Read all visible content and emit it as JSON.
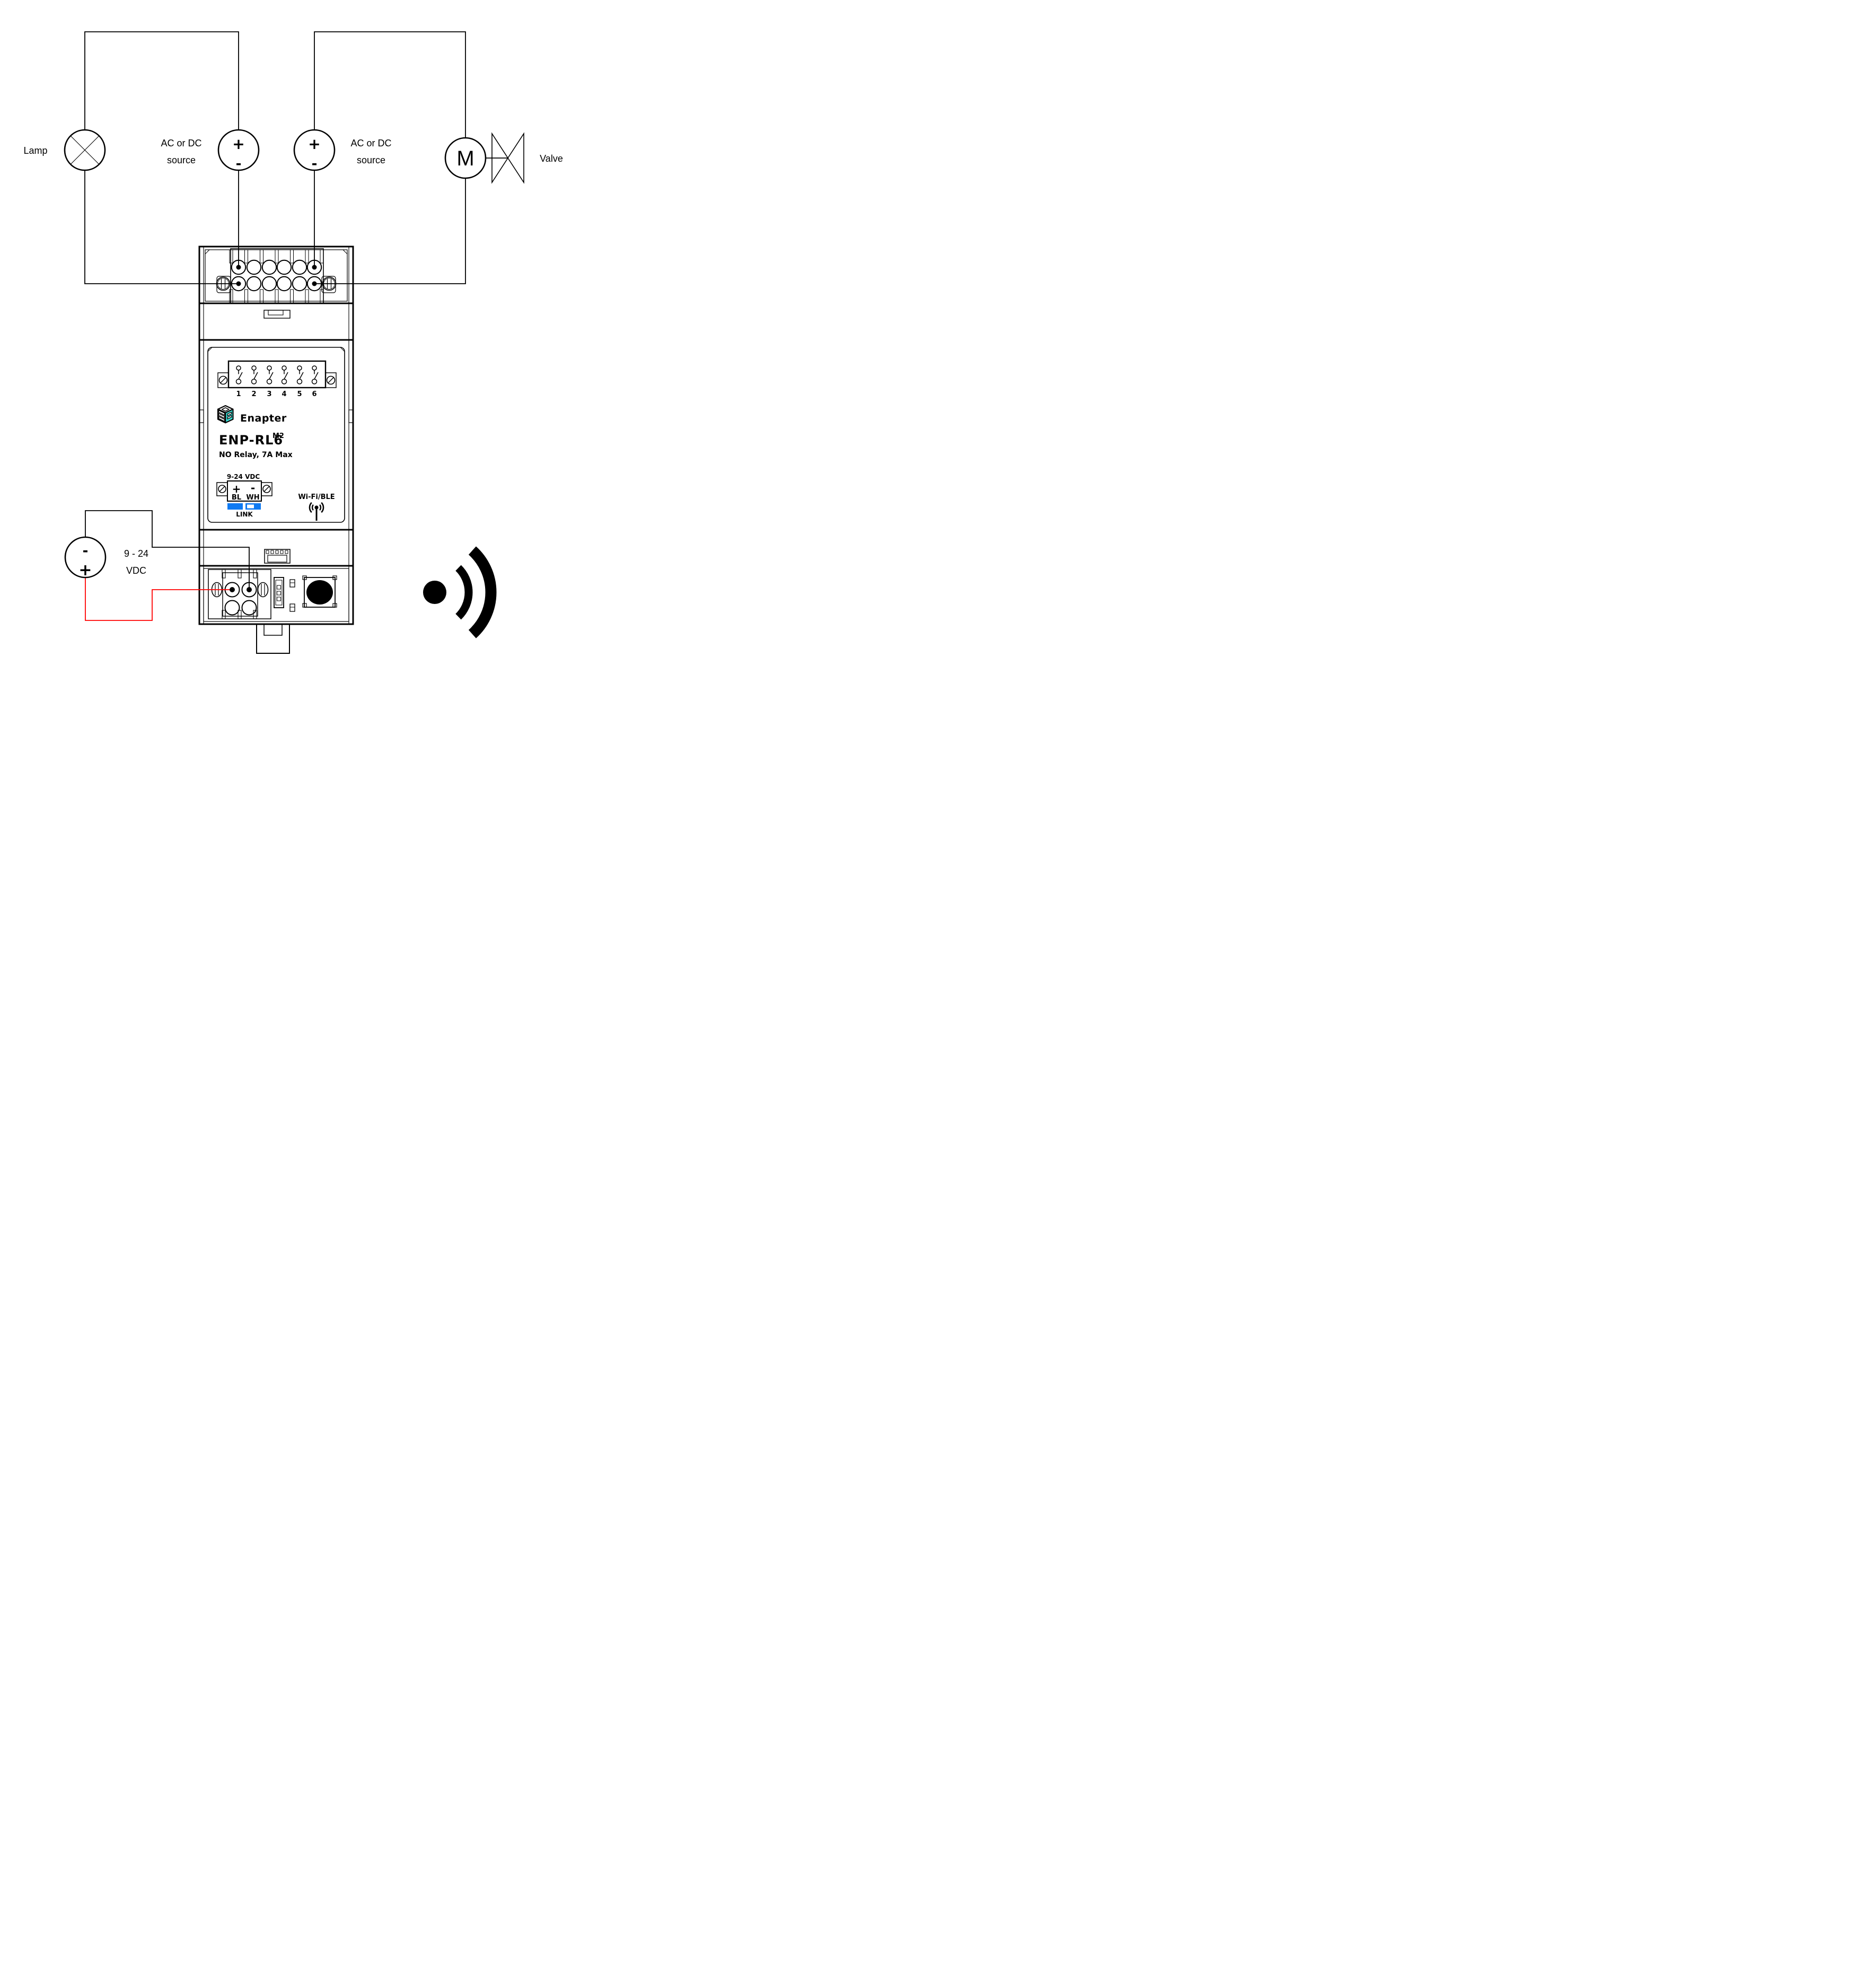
{
  "circuit": {
    "lamp_label": "Lamp",
    "sources": [
      {
        "line1": "AC or DC",
        "line2": "source",
        "plus": "+",
        "minus": "-"
      },
      {
        "line1": "AC or DC",
        "line2": "source",
        "plus": "+",
        "minus": "-"
      }
    ],
    "motor_label": "M",
    "valve_label": "Valve",
    "psu": {
      "line1": "9 - 24",
      "line2": "VDC",
      "minus": "-",
      "plus": "+"
    }
  },
  "device": {
    "brand": "Enapter",
    "model": "ENP-RL6",
    "model_suffix": "M2",
    "description": "NO Relay, 7A Max",
    "relay_terminals": [
      "1",
      "2",
      "3",
      "4",
      "5",
      "6"
    ],
    "power": {
      "label": "9-24 VDC",
      "plus": "+",
      "minus": "-",
      "bl": "BL",
      "wh": "WH"
    },
    "link_label": "LINK",
    "wireless_label": "Wi-Fi/BLE"
  },
  "colors": {
    "line": "#000000",
    "red_wire": "#ff0000",
    "teal": "#3adcd3",
    "blue": "#0f7af2"
  }
}
